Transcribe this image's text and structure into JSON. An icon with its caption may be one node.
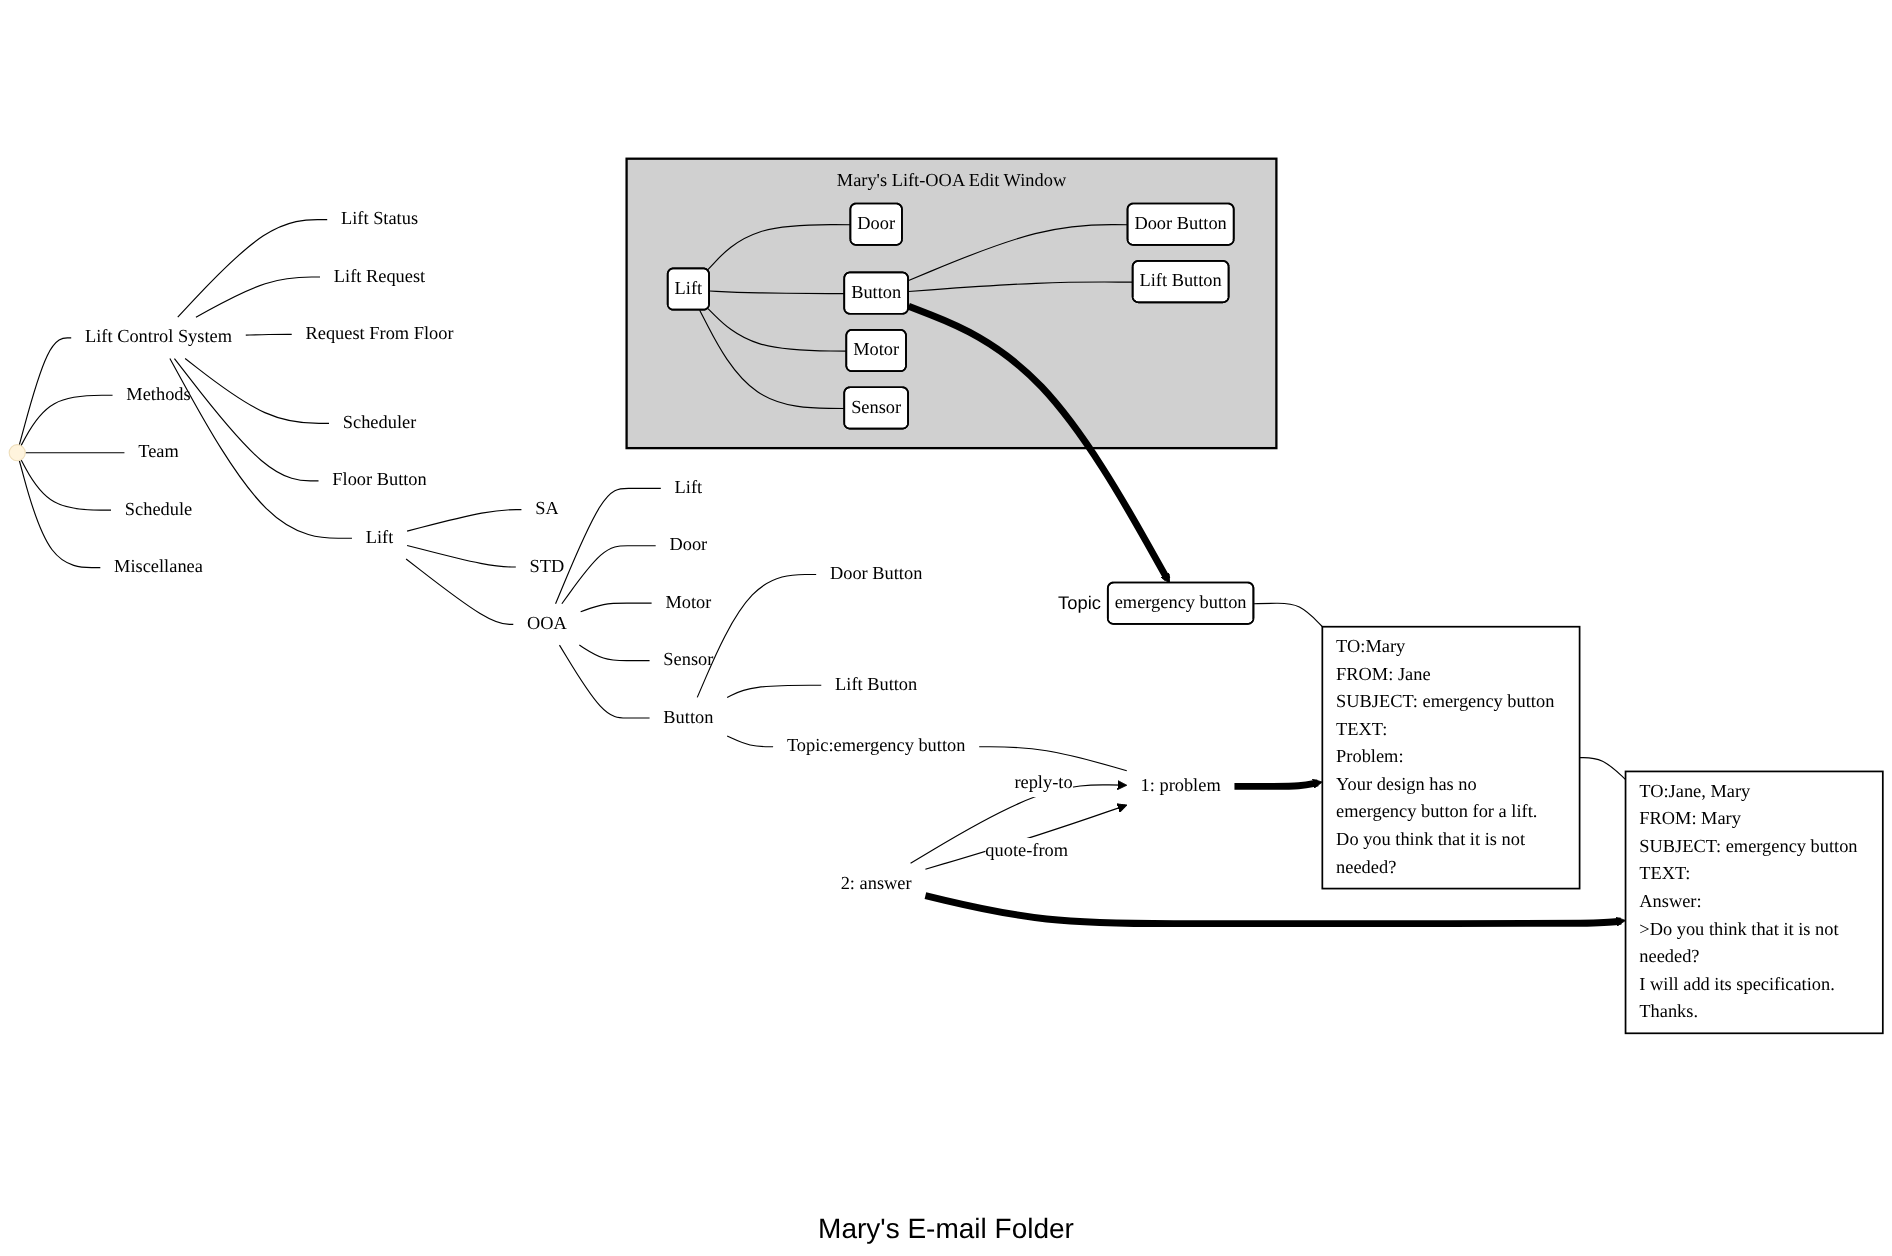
{
  "diagram": {
    "nodes": [
      {
        "text": [],
        "shape": "point"
      },
      {
        "text": [
          "Lift Control System"
        ]
      },
      {
        "text": [
          "Lift Status"
        ]
      },
      {
        "text": [
          "Lift Request"
        ]
      },
      {
        "text": [
          "Request From Floor"
        ]
      },
      {
        "text": [
          "Scheduler"
        ]
      },
      {
        "text": [
          "Floor Button"
        ]
      },
      {
        "text": [
          "Lift"
        ]
      },
      {
        "text": [
          "SA"
        ]
      },
      {
        "text": [
          "STD"
        ]
      },
      {
        "text": [
          "OOA"
        ]
      },
      {
        "text": [
          "Lift"
        ]
      },
      {
        "text": [
          "Door"
        ]
      },
      {
        "text": [
          "Motor"
        ]
      },
      {
        "text": [
          "Sensor"
        ]
      },
      {
        "text": [
          "Button"
        ]
      },
      {
        "text": [
          "Door Button"
        ]
      },
      {
        "text": [
          "Lift Button"
        ]
      },
      {
        "text": [
          "Topic:emergency button"
        ]
      },
      {
        "text": [
          "1: problem"
        ]
      },
      {
        "text": [
          "2: answer"
        ]
      },
      {
        "text": [
          "Methods"
        ]
      },
      {
        "text": [
          "Team"
        ]
      },
      {
        "text": [
          "Schedule"
        ]
      },
      {
        "text": [
          "Miscellanea"
        ]
      },
      {
        "text": [
          "Mary's Lift-OOA Edit Window"
        ]
      },
      {
        "text": [
          "Lift"
        ],
        "in": 25
      },
      {
        "text": [
          "Door"
        ],
        "in": 25
      },
      {
        "text": [
          "Button"
        ],
        "in": 25
      },
      {
        "text": [
          "Motor"
        ],
        "in": 25
      },
      {
        "text": [
          "Sensor"
        ],
        "in": 25
      },
      {
        "text": [
          "Door Button"
        ],
        "in": 25
      },
      {
        "text": [
          "Lift Button"
        ],
        "in": 25
      },
      {
        "text": [
          "emergency button"
        ],
        "beside": [
          "Topic"
        ]
      },
      {
        "text": [
          "TO:Mary",
          "FROM: Jane",
          "SUBJECT: emergency button",
          "TEXT:",
          "Problem:",
          "Your design has no emergency button for a lift. Do you think that it is not needed?"
        ]
      },
      {
        "text": [
          "TO:Jane, Mary",
          "FROM: Mary",
          "SUBJECT: emergency button",
          "TEXT:",
          "Answer:",
          ">Do you think that it is not needed?",
          "I will add its specification. Thanks."
        ]
      }
    ],
    "edges": [
      {
        "from": 0,
        "to": 1,
        "arrow": "none"
      },
      {
        "from": 1,
        "to": 2,
        "arrow": "none"
      },
      {
        "from": 1,
        "to": 3,
        "arrow": "none"
      },
      {
        "from": 1,
        "to": 4,
        "arrow": "none"
      },
      {
        "from": 1,
        "to": 5,
        "arrow": "none"
      },
      {
        "from": 1,
        "to": 6,
        "arrow": "none"
      },
      {
        "from": 1,
        "to": 7,
        "arrow": "none"
      },
      {
        "from": 7,
        "to": 8,
        "arrow": "none"
      },
      {
        "from": 7,
        "to": 9,
        "arrow": "none"
      },
      {
        "from": 7,
        "to": 10,
        "arrow": "none"
      },
      {
        "from": 10,
        "to": 11,
        "arrow": "none"
      },
      {
        "from": 10,
        "to": 12,
        "arrow": "none"
      },
      {
        "from": 10,
        "to": 13,
        "arrow": "none"
      },
      {
        "from": 10,
        "to": 14,
        "arrow": "none"
      },
      {
        "from": 10,
        "to": 15,
        "arrow": "none"
      },
      {
        "from": 15,
        "to": 16,
        "arrow": "none"
      },
      {
        "from": 15,
        "to": 17,
        "arrow": "none"
      },
      {
        "from": 15,
        "to": 18,
        "arrow": "none"
      },
      {
        "from": 18,
        "to": 19,
        "arrow": "none"
      },
      {
        "from": 20,
        "to": 19,
        "arrow": "to",
        "label": "reply-to"
      },
      {
        "from": 20,
        "to": 19,
        "arrow": "to",
        "label": "quote-from"
      },
      {
        "from": 0,
        "to": 21,
        "arrow": "none"
      },
      {
        "from": 0,
        "to": 22,
        "arrow": "none"
      },
      {
        "from": 0,
        "to": 23,
        "arrow": "none"
      },
      {
        "from": 0,
        "to": 24,
        "arrow": "none"
      },
      {
        "from": 26,
        "to": 27,
        "arrow": "none"
      },
      {
        "from": 26,
        "to": 28,
        "arrow": "none"
      },
      {
        "from": 26,
        "to": 29,
        "arrow": "none"
      },
      {
        "from": 26,
        "to": 30,
        "arrow": "none"
      },
      {
        "from": 28,
        "to": 31,
        "arrow": "none"
      },
      {
        "from": 28,
        "to": 32,
        "arrow": "none"
      },
      {
        "from": 28,
        "to": 33,
        "arrow": "to",
        "style": "thick"
      },
      {
        "from": 33,
        "to": 34,
        "arrow": "none"
      },
      {
        "from": 34,
        "to": 35,
        "arrow": "none"
      },
      {
        "from": 19,
        "to": 34,
        "arrow": "to",
        "style": "thick"
      },
      {
        "from": 20,
        "to": 35,
        "arrow": "to",
        "style": "thick"
      }
    ],
    "labels": [
      "Mary's E-mail Folder"
    ]
  }
}
